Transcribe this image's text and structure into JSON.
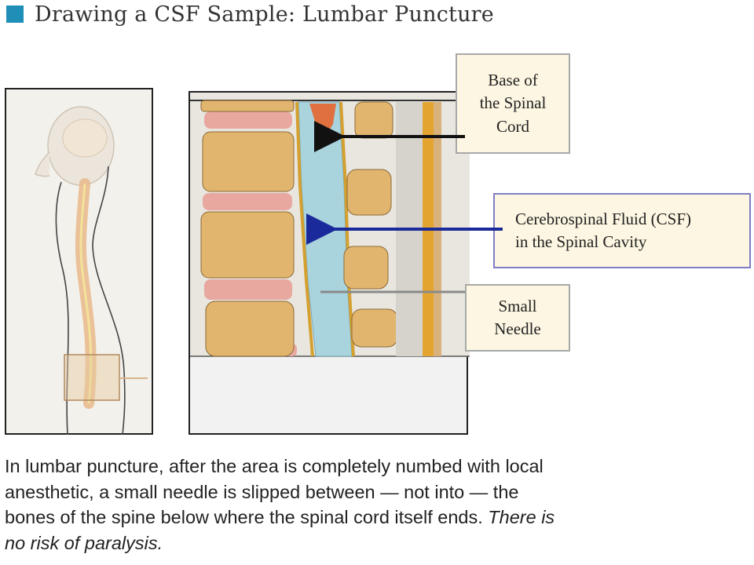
{
  "title": "Drawing a CSF Sample: Lumbar Puncture",
  "colors": {
    "title_square": "#1f8fb8",
    "callout_fill": "#fdf6e2",
    "arrow_black": "#111111",
    "arrow_blue": "#1a2a9a",
    "arrow_gray": "#8a8a8a",
    "vertebra": "#e2b56e",
    "disc": "#e8a8a0",
    "csf": "#a9d4de"
  },
  "callouts": {
    "base_of_spinal_cord": "Base of\nthe Spinal\nCord",
    "csf": "Cerebrospinal Fluid (CSF)\nin the Spinal Cavity",
    "small_needle": "Small\nNeedle"
  },
  "caption": {
    "normal": "In lumbar puncture, after the area is completely numbed with local anesthetic, a small needle is slipped between — not into — the bones of the spine below where the spinal cord itself ends.",
    "italic": "There is no risk of paralysis."
  }
}
